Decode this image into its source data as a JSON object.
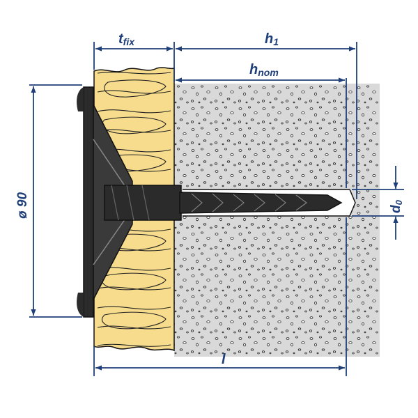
{
  "labels": {
    "tfix": {
      "main": "t",
      "sub": "fix"
    },
    "h1": {
      "main": "h",
      "sub": "1"
    },
    "hnom": {
      "main": "h",
      "sub": "nom"
    },
    "d0": {
      "main": "d",
      "sub": "0"
    },
    "l": {
      "main": "l"
    },
    "diameter": {
      "main": "ø 90"
    }
  },
  "colors": {
    "dimension": "#1f3f7a",
    "insulation": "#f6dc8c",
    "concrete": "#d9d9d9",
    "anchor": "#2b2b2b",
    "outline": "#111111"
  }
}
